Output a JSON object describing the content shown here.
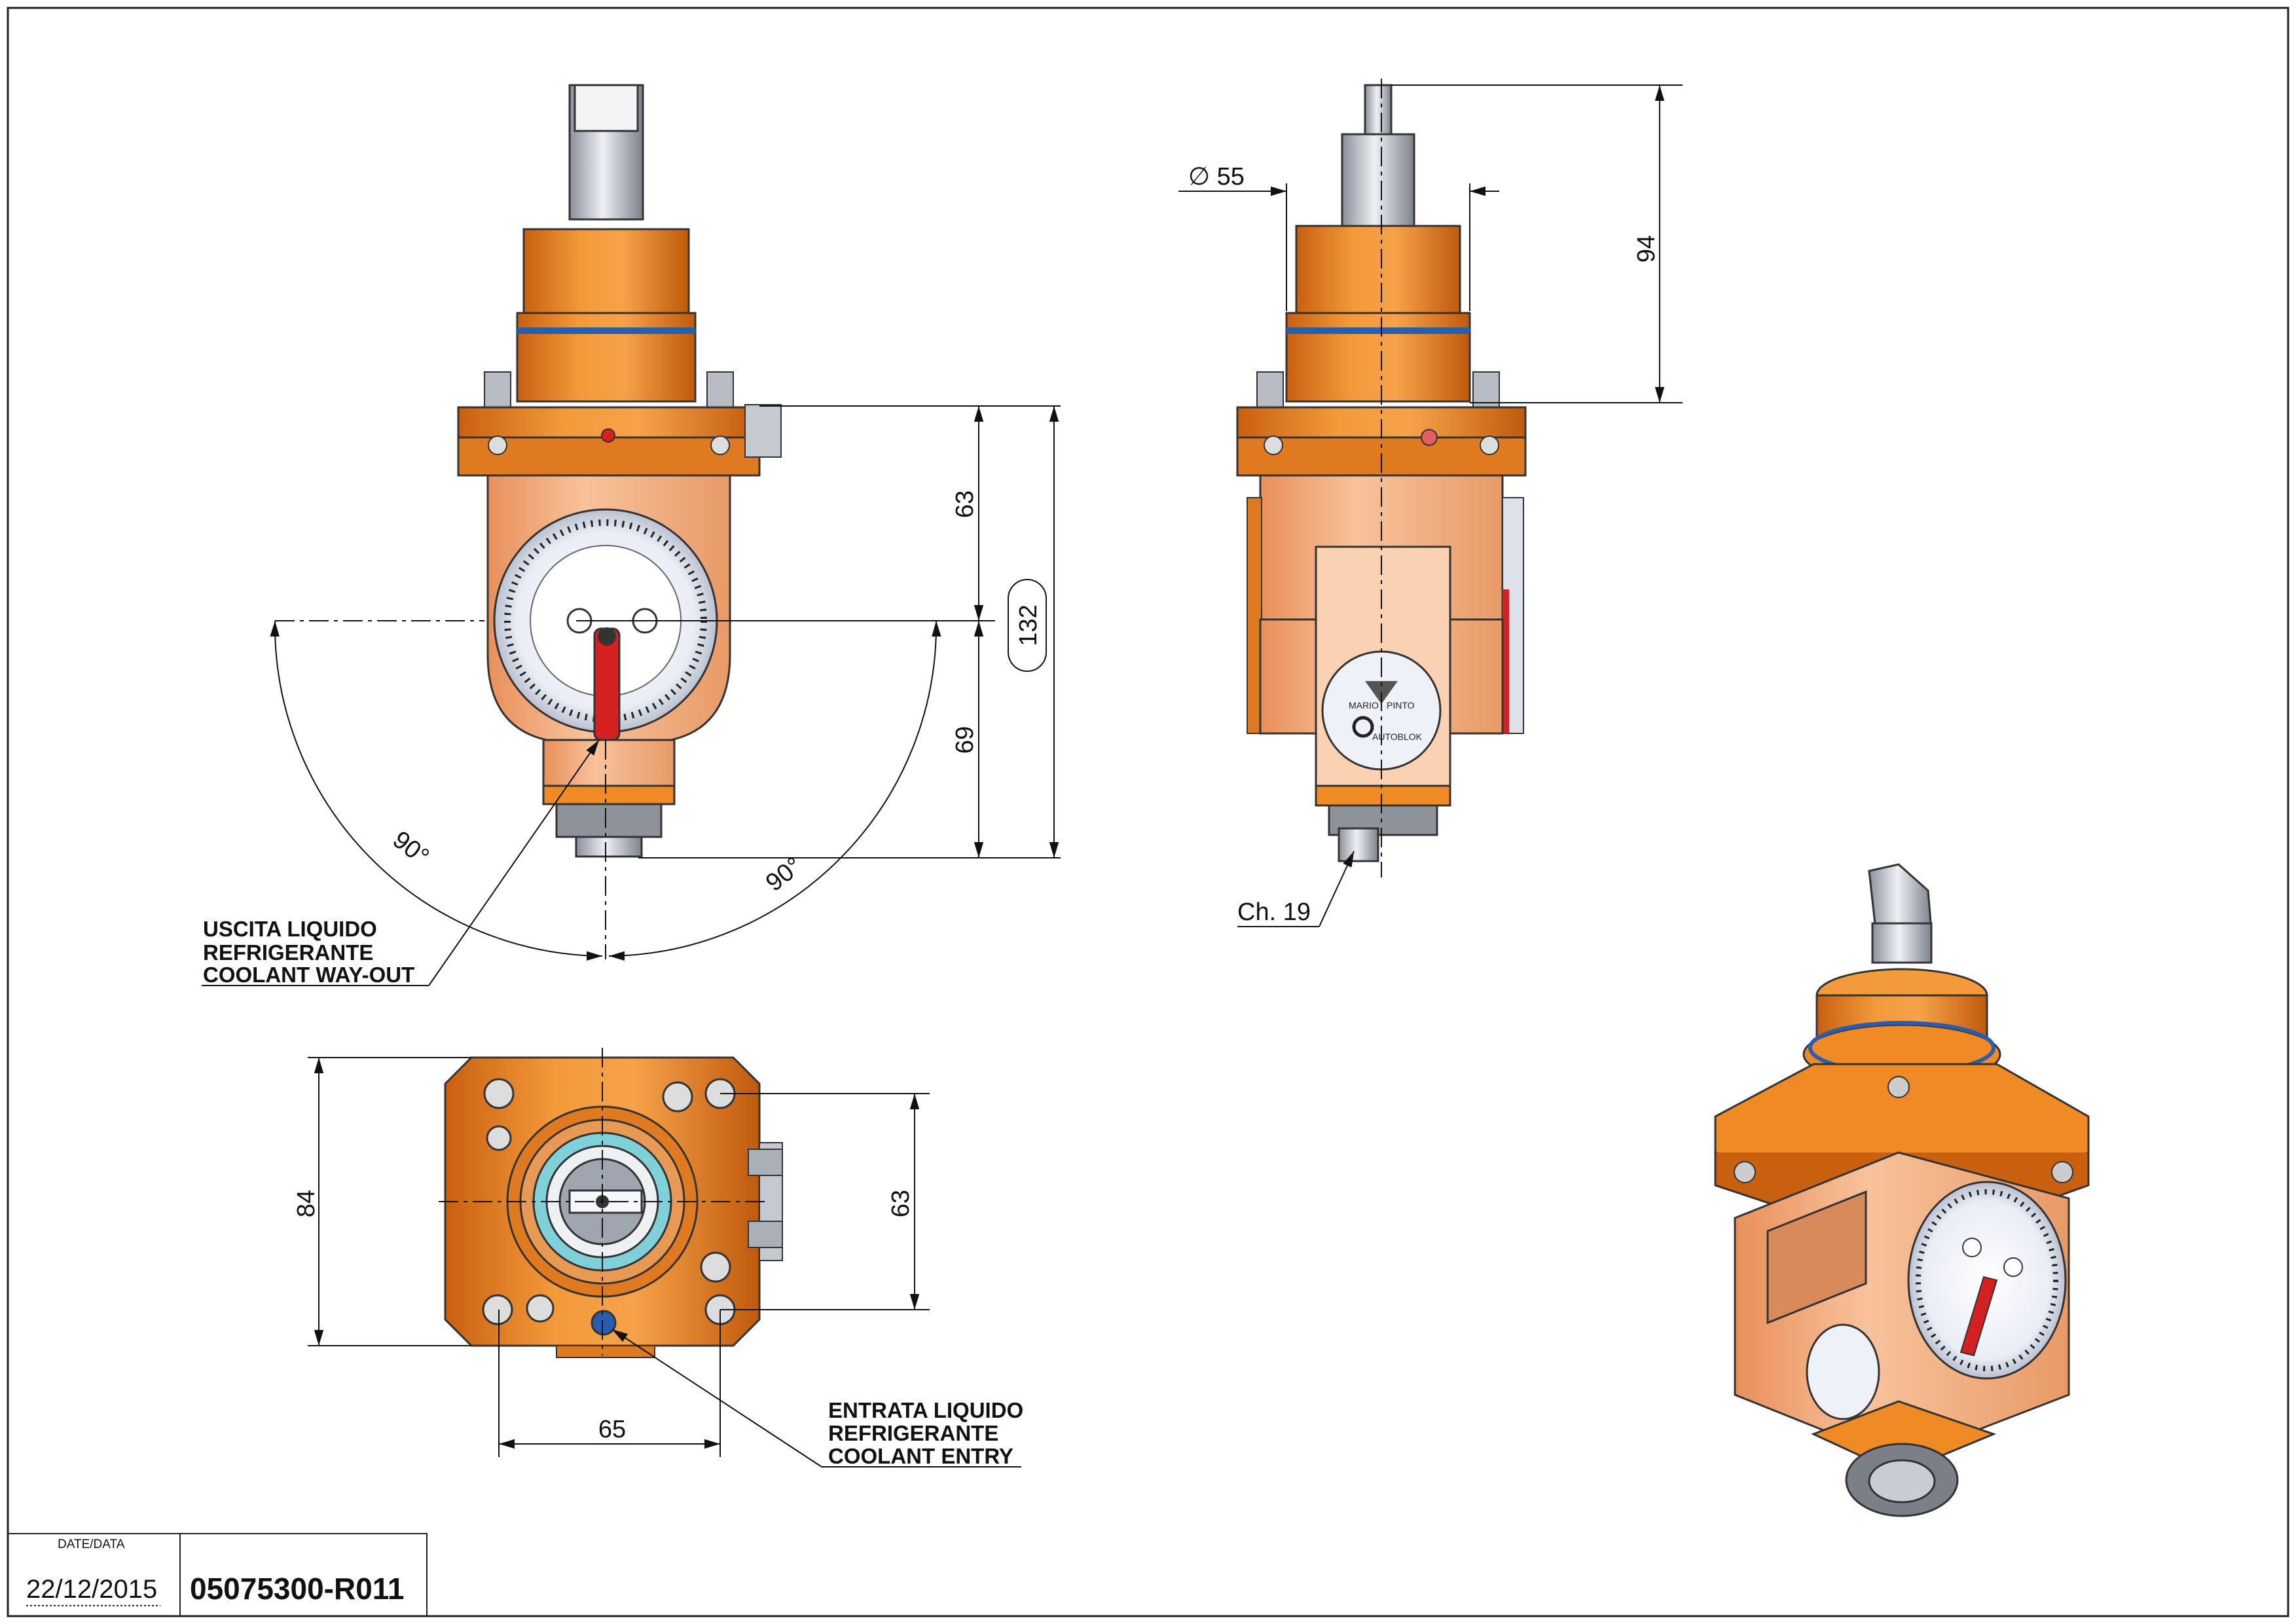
{
  "dimensions": {
    "side_upper": "63",
    "side_lower": "69",
    "overall_height": "132",
    "angle_left": "90°",
    "angle_right": "90°",
    "diameter": "∅ 55",
    "shank_length": "94",
    "hex_size": "Ch. 19",
    "bottom_height": "84",
    "bottom_right": "63",
    "bottom_width": "65"
  },
  "notes": {
    "coolant_out": [
      "USCITA LIQUIDO",
      "REFRIGERANTE",
      "COOLANT WAY-OUT"
    ],
    "coolant_in": [
      "ENTRATA LIQUIDO",
      "REFRIGERANTE",
      "COOLANT ENTRY"
    ]
  },
  "logo": {
    "brand_1": "MARIO",
    "brand_2": "PINTO",
    "brand_3": "AUTOBLOK"
  },
  "title_block": {
    "date_label": "DATE/DATA",
    "date": "22/12/2015",
    "code": "05075300-R011"
  },
  "colors": {
    "orange": "#f08a24",
    "orange_dark": "#c85f0c",
    "flesh": "#f6b489",
    "flesh_light": "#fbd1b3",
    "steel": "#c8ccd4",
    "blue_ring": "#2a5db0",
    "red_lever": "#d42020"
  }
}
